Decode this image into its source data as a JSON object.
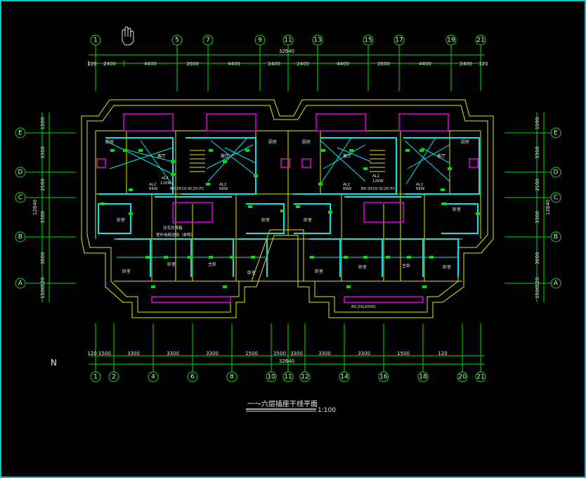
{
  "top_axes": {
    "labels": [
      "1",
      "5",
      "7",
      "9",
      "11",
      "13",
      "15",
      "17",
      "19",
      "21"
    ],
    "dims": [
      "120",
      "2400",
      "4400",
      "2600",
      "4400",
      "2400",
      "2400",
      "4400",
      "2600",
      "4400",
      "2400",
      "120"
    ],
    "total": "32640"
  },
  "bottom_axes": {
    "labels": [
      "1",
      "2",
      "4",
      "6",
      "8",
      "10",
      "11",
      "12",
      "14",
      "16",
      "18",
      "20",
      "21"
    ],
    "dims": [
      "120",
      "1500",
      "3300",
      "3300",
      "3300",
      "1500",
      "1500",
      "3300",
      "3300",
      "3300",
      "1500",
      "120"
    ],
    "total": "32640"
  },
  "row_axes": {
    "labels": [
      "E",
      "D",
      "C",
      "B",
      "A"
    ],
    "dims": [
      "1500",
      "3300",
      "2100",
      "3300",
      "3600",
      "120",
      "1500"
    ],
    "total": "12840"
  },
  "rooms": {
    "kitchen": "厨房",
    "living": "客厅",
    "bedroom": "卧室",
    "master": "主卧"
  },
  "labels": {
    "box_a": "AL1",
    "box_a_sub": "12KW",
    "cable_left": "BV-3X10-SC20-FC",
    "cable_right": "BV-3X10-SC20-FC",
    "box_b": "AL2",
    "box_b_sub": "6KW",
    "note_1": "住宅总表箱",
    "note_2": "室外电缆进线（参照）",
    "entry_note": "BV,Z4(2000)",
    "north": "N",
    "title": "一～六层插座干线平面",
    "scale": "1:100"
  }
}
